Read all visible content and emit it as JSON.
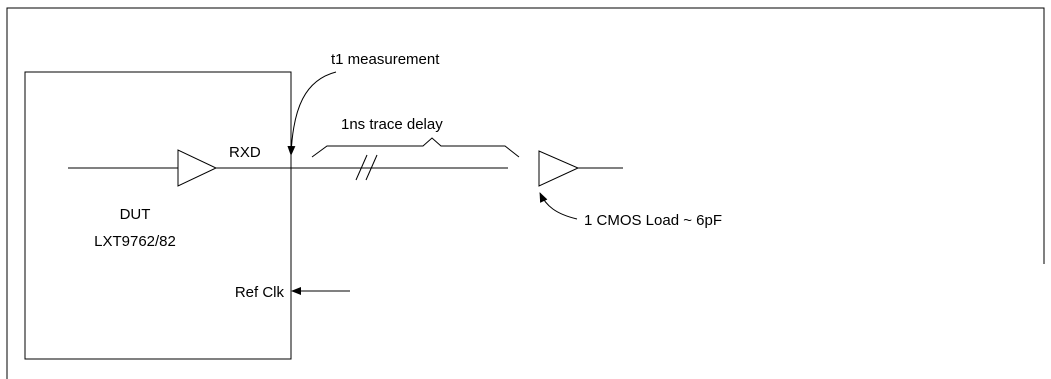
{
  "diagram": {
    "dut_name": "DUT",
    "dut_part": "LXT9762/82",
    "rxd_label": "RXD",
    "ref_clk_label": "Ref Clk",
    "t1_label": "t1 measurement",
    "trace_delay_label": "1ns trace delay",
    "load_label": "1 CMOS Load ~ 6pF"
  }
}
